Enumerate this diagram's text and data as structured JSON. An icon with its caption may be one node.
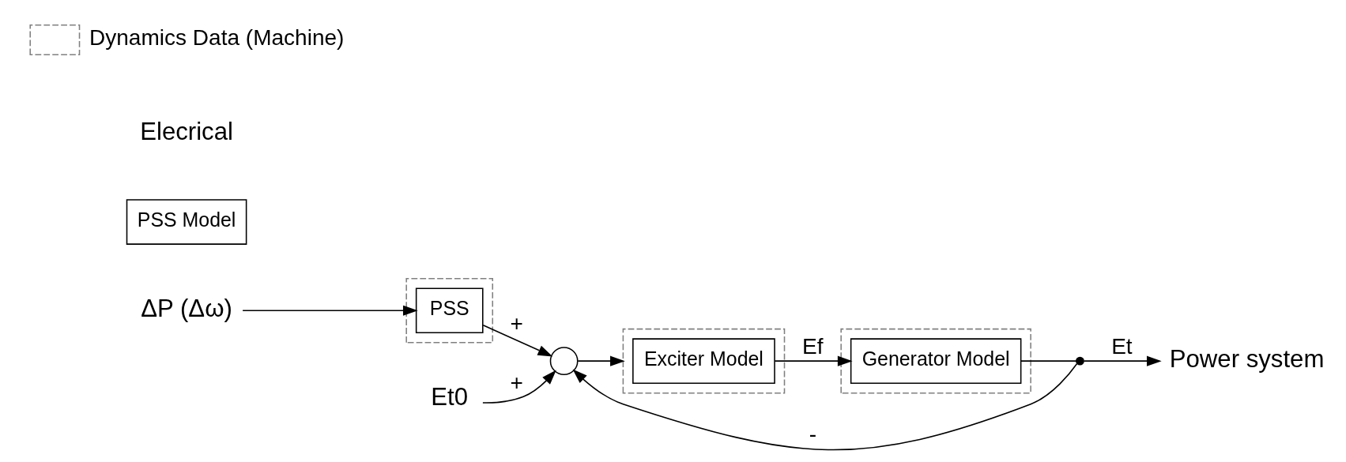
{
  "diagram": {
    "nodes": [
      {
        "text": [],
        "shape": "circle"
      },
      {
        "text": [],
        "shape": "box"
      },
      {
        "text": [
          "Exciter Model"
        ],
        "in": 1
      },
      {
        "text": [],
        "shape": "box"
      },
      {
        "text": [
          "Generator Model"
        ],
        "in": 3
      },
      {
        "text": [
          "PSS Model"
        ]
      },
      {
        "text": [],
        "shape": "box"
      },
      {
        "text": [
          "PSS"
        ],
        "in": 6
      },
      {
        "text": [
          "Power system"
        ]
      },
      {
        "text": [
          "Et0"
        ]
      },
      {
        "text": [
          "ΔP (Δω)"
        ]
      },
      {
        "text": [],
        "shape": "circle"
      }
    ],
    "edges": [
      {
        "from": 9,
        "to": 0,
        "arrow": "to",
        "label": "+"
      },
      {
        "from": 11,
        "to": 0,
        "arrow": "to",
        "label": "-"
      },
      {
        "from": 7,
        "to": 0,
        "arrow": "to",
        "label": "+"
      },
      {
        "from": 0,
        "to": 1,
        "arrow": "to"
      },
      {
        "from": 2,
        "to": 4,
        "arrow": "to",
        "label": "Ef"
      },
      {
        "from": 4,
        "to": 11,
        "arrow": "none"
      },
      {
        "from": 11,
        "to": 8,
        "arrow": "to",
        "label": "Et"
      },
      {
        "from": 10,
        "to": 7,
        "arrow": "to"
      }
    ],
    "labels": [
      "Elecrical"
    ],
    "legend": [
      {
        "text": "Dynamics Data (Machine)"
      }
    ]
  }
}
